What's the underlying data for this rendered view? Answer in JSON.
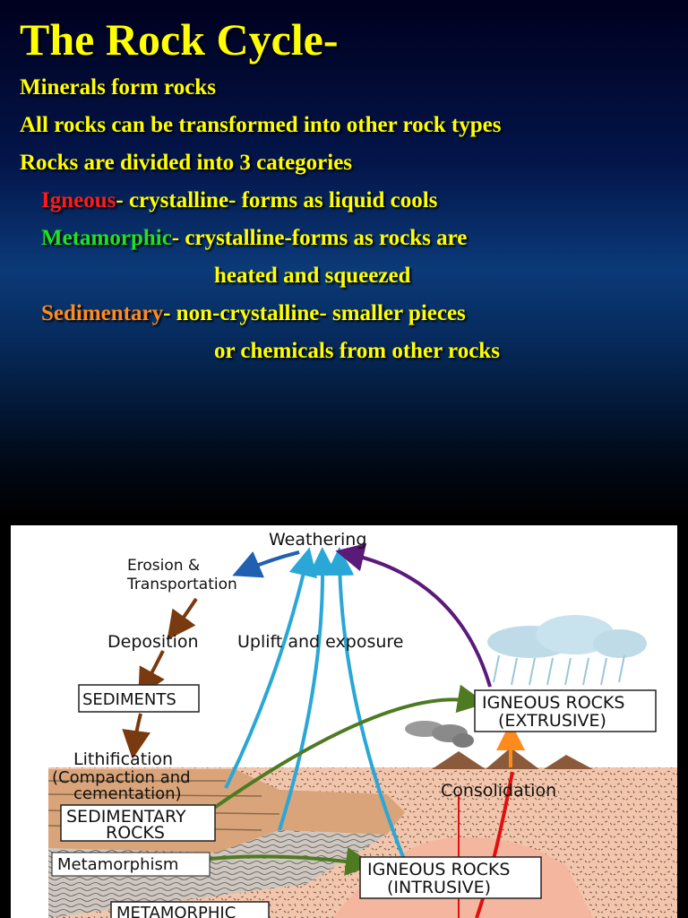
{
  "slide": {
    "title": "The Rock Cycle-",
    "bullets": [
      "Minerals form rocks",
      "All rocks can be transformed into other rock types",
      "Rocks are divided into 3 categories"
    ],
    "categories": [
      {
        "name": "Igneous",
        "desc": "- crystalline- forms as liquid cools",
        "cont": "",
        "color": "#ff1a1a"
      },
      {
        "name": "Metamorphic",
        "desc": "- crystalline-forms as rocks are",
        "cont": "heated and squeezed",
        "color": "#22e022"
      },
      {
        "name": "Sedimentary",
        "desc": "- non-crystalline- smaller pieces",
        "cont": "or chemicals from other rocks",
        "color": "#ff8a1e"
      }
    ]
  },
  "diagram": {
    "labels": {
      "weathering": "Weathering",
      "erosion1": "Erosion &",
      "erosion2": "Transportation",
      "deposition": "Deposition",
      "uplift": "Uplift and exposure",
      "sediments": "SEDIMENTS",
      "lithification": "Lithification",
      "compaction1": "(Compaction and",
      "compaction2": "cementation)",
      "sedrocks1": "SEDIMENTARY",
      "sedrocks2": "ROCKS",
      "metamorphism": "Metamorphism",
      "metarocks": "METAMORPHIC",
      "ign_ext1": "IGNEOUS ROCKS",
      "ign_ext2": "(EXTRUSIVE)",
      "consolidation": "Consolidation",
      "ign_int1": "IGNEOUS ROCKS",
      "ign_int2": "(INTRUSIVE)"
    },
    "colors": {
      "uplift_arrows": "#2aa7d6",
      "purple_arrow": "#5a1a7a",
      "green_arrows": "#4e7a22",
      "brown_arrows": "#7a3a10",
      "blue_arrow": "#2060b0",
      "magma": "#e01010",
      "bedrock": "#f2c6ac"
    }
  }
}
